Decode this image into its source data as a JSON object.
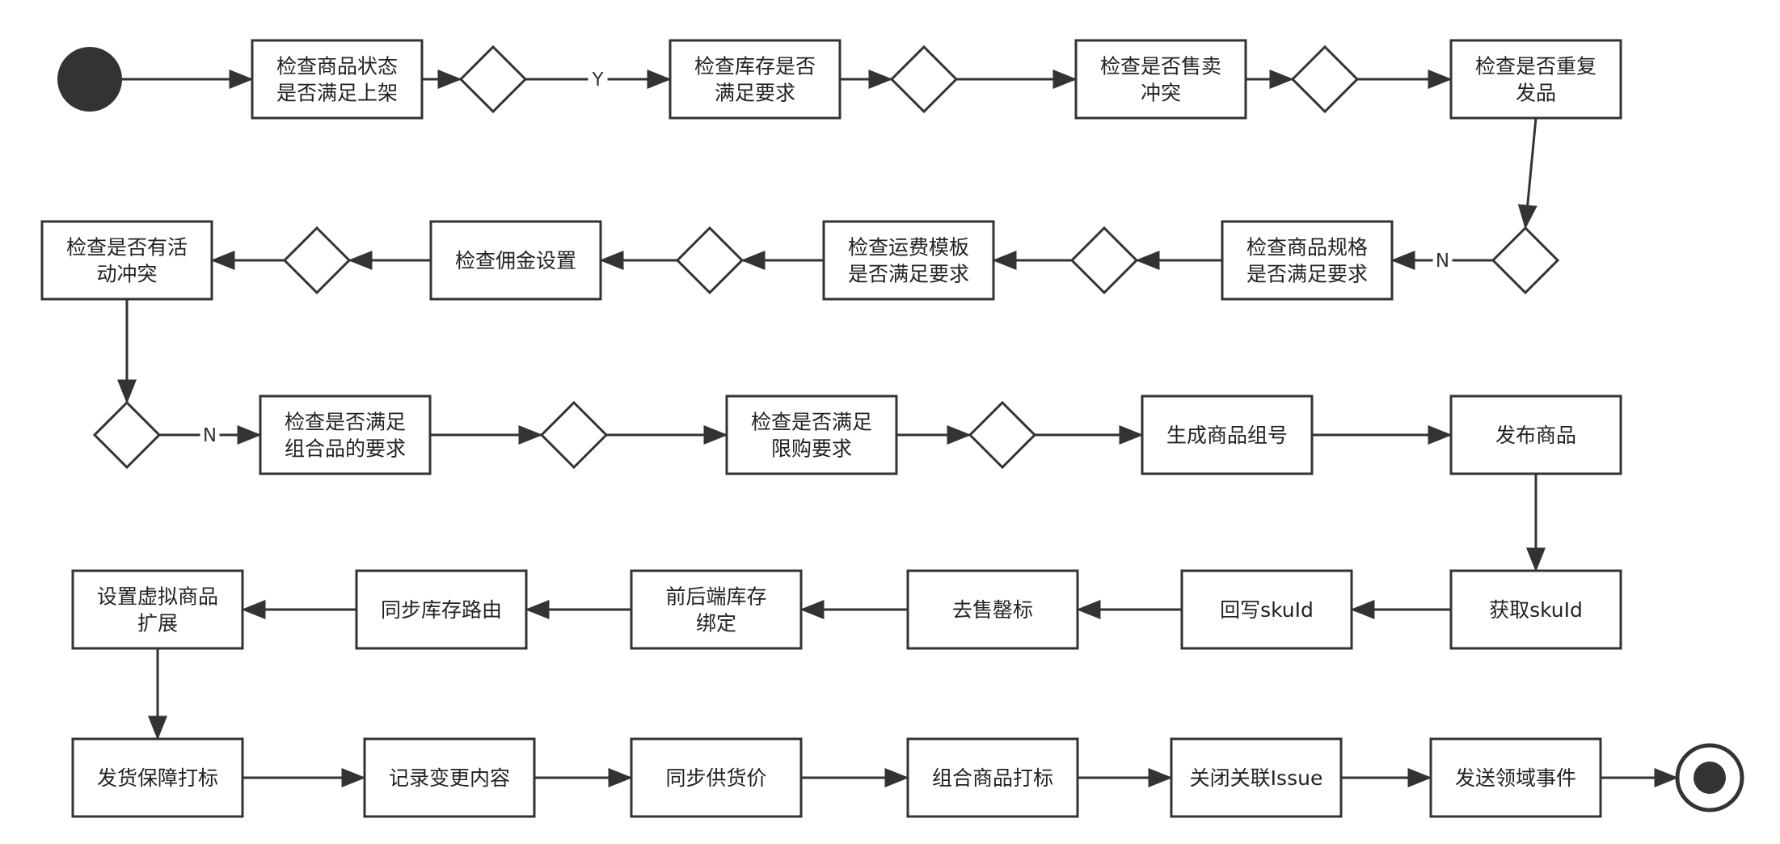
{
  "diagram": {
    "nodes": [
      {
        "id": "n1",
        "lines": [
          "检查商品状态",
          "是否满足上架"
        ]
      },
      {
        "id": "n2",
        "lines": [
          "检查库存是否",
          "满足要求"
        ]
      },
      {
        "id": "n3",
        "lines": [
          "检查是否售卖",
          "冲突"
        ]
      },
      {
        "id": "n4",
        "lines": [
          "检查是否重复",
          "发品"
        ]
      },
      {
        "id": "n5",
        "lines": [
          "检查商品规格",
          "是否满足要求"
        ]
      },
      {
        "id": "n6",
        "lines": [
          "检查运费模板",
          "是否满足要求"
        ]
      },
      {
        "id": "n7",
        "lines": [
          "检查佣金设置"
        ]
      },
      {
        "id": "n8",
        "lines": [
          "检查是否有活",
          "动冲突"
        ]
      },
      {
        "id": "n9",
        "lines": [
          "检查是否满足",
          "组合品的要求"
        ]
      },
      {
        "id": "n10",
        "lines": [
          "检查是否满足",
          "限购要求"
        ]
      },
      {
        "id": "n11",
        "lines": [
          "生成商品组号"
        ]
      },
      {
        "id": "n12",
        "lines": [
          "发布商品"
        ]
      },
      {
        "id": "n13",
        "lines": [
          "获取skuId"
        ]
      },
      {
        "id": "n14",
        "lines": [
          "回写skuId"
        ]
      },
      {
        "id": "n15",
        "lines": [
          "去售罄标"
        ]
      },
      {
        "id": "n16",
        "lines": [
          "前后端库存",
          "绑定"
        ]
      },
      {
        "id": "n17",
        "lines": [
          "同步库存路由"
        ]
      },
      {
        "id": "n18",
        "lines": [
          "设置虚拟商品",
          "扩展"
        ]
      },
      {
        "id": "n19",
        "lines": [
          "发货保障打标"
        ]
      },
      {
        "id": "n20",
        "lines": [
          "记录变更内容"
        ]
      },
      {
        "id": "n21",
        "lines": [
          "同步供货价"
        ]
      },
      {
        "id": "n22",
        "lines": [
          "组合商品打标"
        ]
      },
      {
        "id": "n23",
        "lines": [
          "关闭关联Issue"
        ]
      },
      {
        "id": "n24",
        "lines": [
          "发送领域事件"
        ]
      }
    ],
    "decisions": [
      "d1",
      "d2",
      "d3",
      "d4",
      "d5",
      "d6",
      "d7",
      "d8",
      "d9"
    ],
    "edge_labels": {
      "yes": "Y",
      "no": "N"
    },
    "colors": {
      "stroke": "#333333",
      "fill": "#ffffff",
      "start": "#333333",
      "text": "#222222"
    }
  }
}
